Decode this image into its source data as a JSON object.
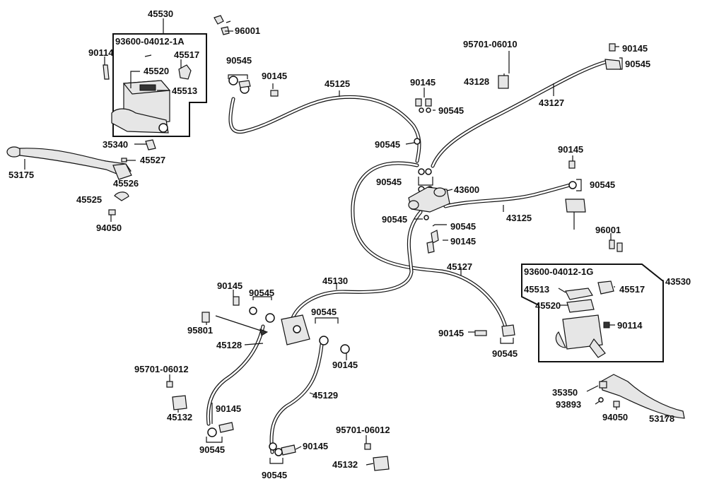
{
  "diagram": {
    "part_numbers": [
      "45530",
      "93600-04012-1A",
      "90114",
      "45517",
      "45520",
      "45513",
      "35340",
      "45527",
      "53175",
      "45526",
      "45525",
      "94050",
      "96001",
      "90545",
      "90145",
      "45125",
      "95701-06010",
      "43128",
      "90145",
      "90545",
      "43127",
      "90145",
      "90545",
      "90545",
      "90545",
      "43600",
      "90145",
      "90545",
      "90545",
      "43125",
      "90545",
      "90545",
      "90145",
      "96001",
      "45127",
      "93600-04012-1G",
      "43530",
      "45513",
      "45517",
      "45520",
      "90114",
      "35350",
      "93893",
      "94050",
      "53178",
      "90145",
      "90545",
      "45130",
      "95801",
      "45128",
      "90545",
      "90145",
      "45129",
      "95701-06012",
      "45132",
      "90145",
      "90545",
      "90145",
      "90545",
      "95701-06012",
      "45132",
      "90145",
      "90545"
    ]
  }
}
